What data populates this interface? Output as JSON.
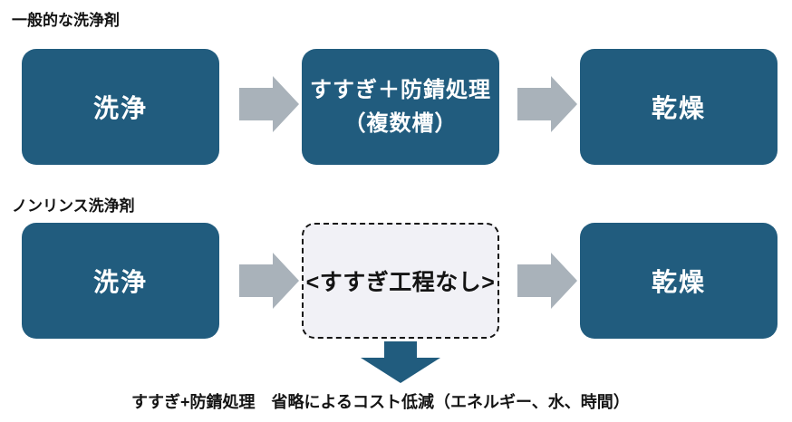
{
  "diagram": {
    "rows": [
      {
        "label": "一般的な洗浄剤",
        "steps": [
          {
            "text": "洗浄"
          },
          {
            "text": "すすぎ＋防錆処理",
            "text2": "（複数槽）"
          },
          {
            "text": "乾燥"
          }
        ]
      },
      {
        "label": "ノンリンス洗浄剤",
        "steps": [
          {
            "text": "洗浄"
          },
          {
            "text": "<すすぎ工程なし>"
          },
          {
            "text": "乾燥"
          }
        ]
      }
    ],
    "footnote": "すすぎ+防錆処理　省略によるコスト低減（エネルギー、水、時間）"
  },
  "icons": {
    "arrow_right": "block-arrow-right",
    "arrow_down": "block-arrow-down"
  },
  "colors": {
    "background": "#ffffff",
    "box_blue": "#215c7e",
    "box_text": "#ffffff",
    "arrow_gray": "#a9b2ba",
    "dashed_box_bg": "#f1f1f6",
    "dashed_box_border": "#141414",
    "label_text": "#141414"
  }
}
